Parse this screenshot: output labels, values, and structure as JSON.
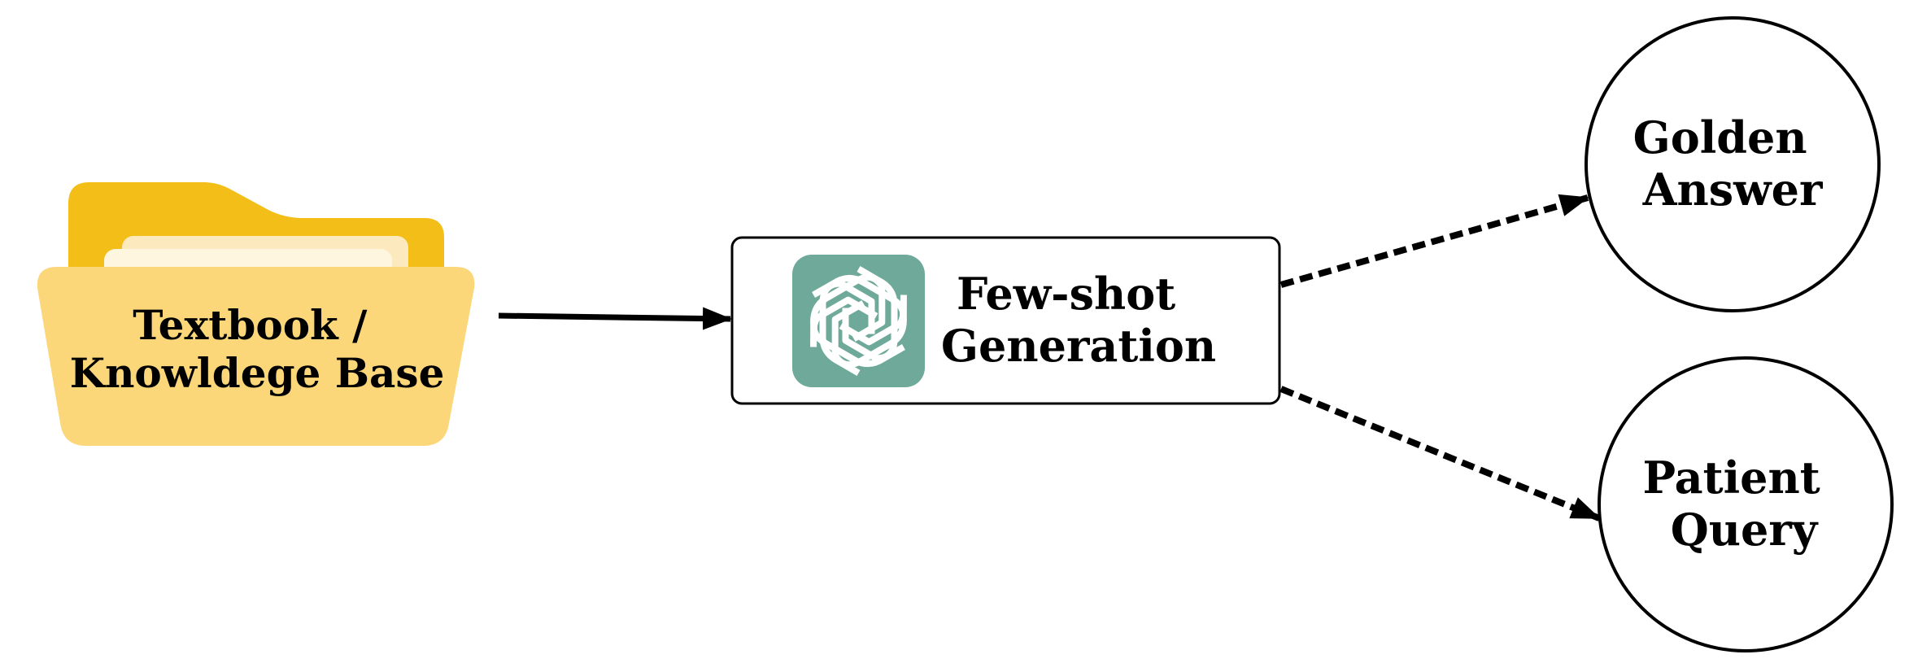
{
  "nodes": {
    "source": {
      "line1": "Textbook /",
      "line2": "Knowldege Base"
    },
    "generator": {
      "line1": "Few-shot",
      "line2": "Generation"
    },
    "output_top": {
      "line1": "Golden",
      "line2": "Answer"
    },
    "output_bottom": {
      "line1": "Patient",
      "line2": "Query"
    }
  },
  "colors": {
    "folder_back": "#F4BE18",
    "folder_front": "#FBD77A",
    "paper_back": "#FCE9BE",
    "paper_front": "#FFF6DF",
    "logo_bg": "#6FA99A",
    "stroke": "#000000"
  },
  "icons": {
    "source": "folder-icon",
    "generator": "openai-logo-icon"
  }
}
